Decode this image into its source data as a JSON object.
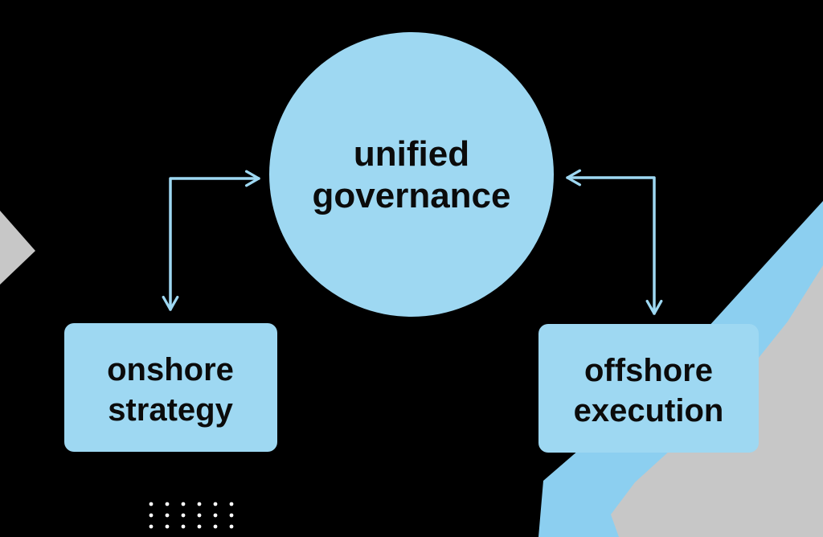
{
  "colors": {
    "background": "#000000",
    "node_fill": "#9ed8f2",
    "arrow": "#9ed8f2",
    "accent_blue": "#8ccff0",
    "accent_gray": "#c7c7c7",
    "text": "#0b0b0b",
    "dots": "#ffffff"
  },
  "nodes": {
    "center": {
      "line1": "unified",
      "line2": "governance"
    },
    "left": {
      "line1": "onshore",
      "line2": "strategy"
    },
    "right": {
      "line1": "offshore",
      "line2": "execution"
    }
  },
  "edges": [
    {
      "from": "left",
      "to": "center",
      "bidirectional": true
    },
    {
      "from": "right",
      "to": "center",
      "bidirectional": true
    }
  ],
  "decorations": {
    "dot_pattern": "white-dot-grid",
    "left_shape": "gray-triangle",
    "right_shape": "blue-gray-diagonal-band"
  }
}
